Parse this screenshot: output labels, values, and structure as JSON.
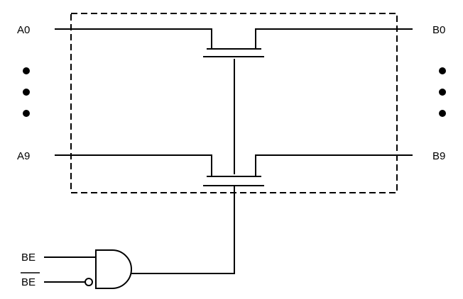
{
  "labels": {
    "a0": "A0",
    "b0": "B0",
    "a9": "A9",
    "b9": "B9",
    "be_top": "BE",
    "be_bottom": "BE"
  },
  "colors": {
    "line": "#000000",
    "background": "#ffffff"
  }
}
